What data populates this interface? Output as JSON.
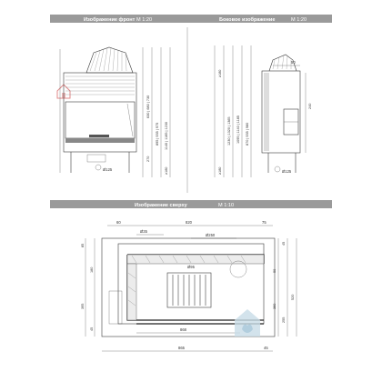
{
  "front": {
    "title": "Изображение фронт",
    "scale": "M 1:20",
    "dims_v": [
      "630 | 680 | 730",
      "895 | 935 | 975",
      "1140 | 1185 | 1230",
      "270",
      "≥180"
    ],
    "pipe": "Ø125"
  },
  "side": {
    "title": "Боковое изображение",
    "scale": "M 1:20",
    "top_dim": "50",
    "dims_v": [
      "≥180",
      "1230 | 1320 | 1365",
      "1095 | 1140 | 1185",
      "870 | 935 | 980",
      "≥180"
    ],
    "pipe": "Ø125",
    "right_dim": "240"
  },
  "top": {
    "title": "Изображение сверху",
    "scale": "M 1:10",
    "top_dims": [
      "60",
      "820",
      "75"
    ],
    "sub_dims": [
      "Ø35",
      "Ø250"
    ],
    "left_dims": [
      "85",
      "180",
      "395",
      "45"
    ],
    "right_dims": [
      "45",
      "90",
      "360",
      "520",
      "255"
    ],
    "inner_dim": "Ø95",
    "bottom_dims": [
      "868",
      "865",
      "45"
    ]
  },
  "colors": {
    "header_bg": "#9a9a9a",
    "line": "#3a3a3a",
    "watermark": "#c9dde8",
    "accent": "#e08a8a"
  }
}
